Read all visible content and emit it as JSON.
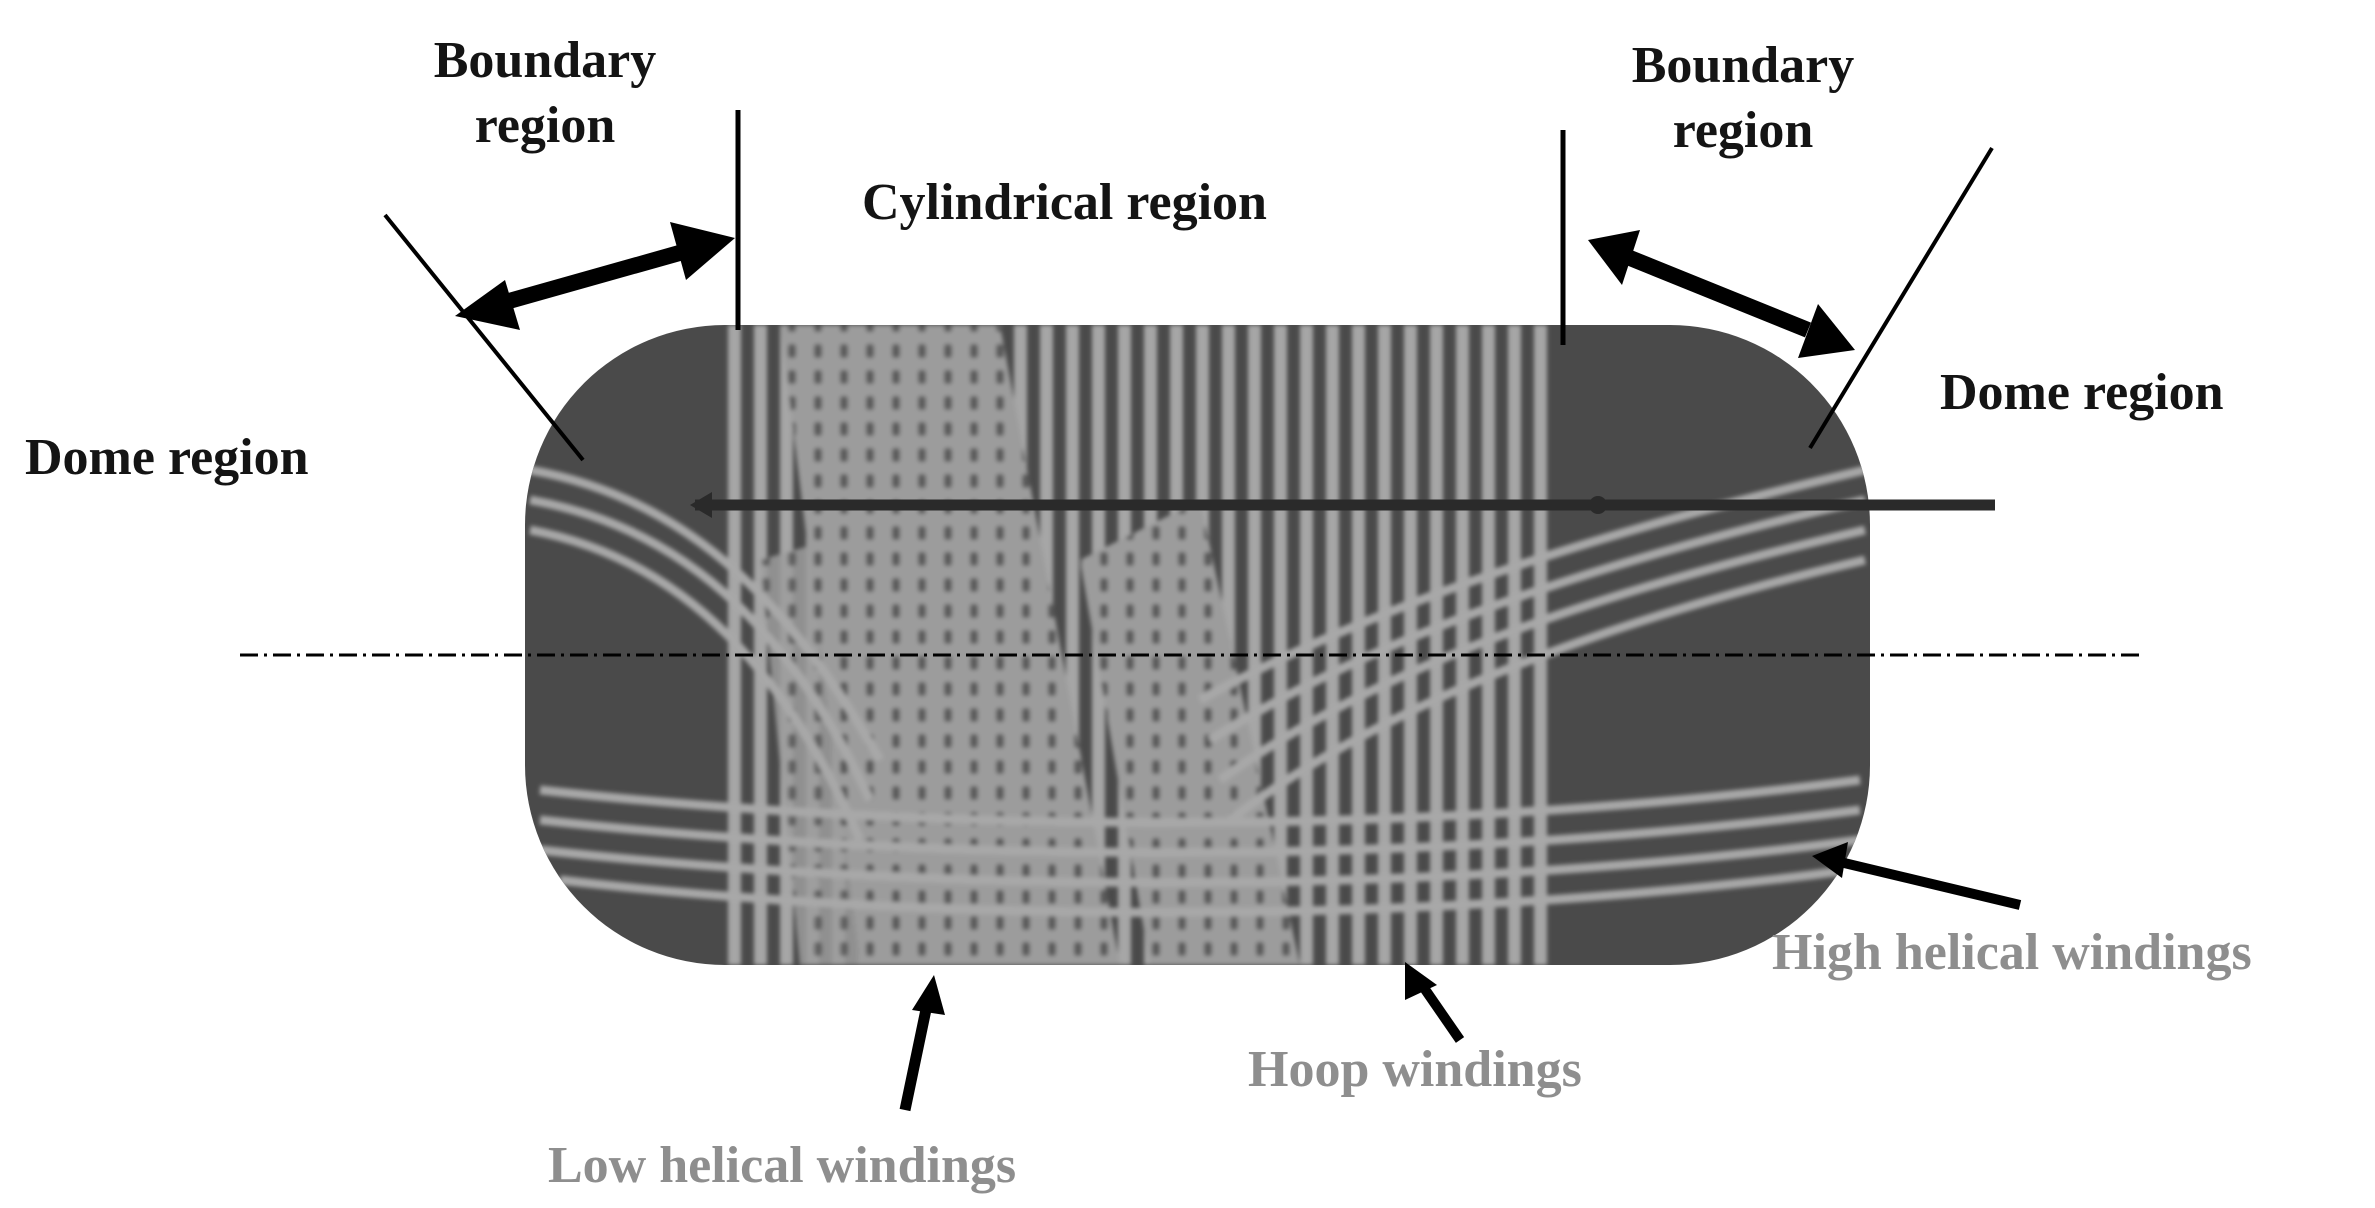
{
  "labels": {
    "boundary_left": [
      "Boundary",
      "region"
    ],
    "boundary_right": [
      "Boundary",
      "region"
    ],
    "cylindrical": "Cylindrical region",
    "dome_left": "Dome region",
    "dome_right": "Dome region",
    "high_helical": "High helical windings",
    "hoop": "Hoop windings",
    "low_helical": "Low helical windings"
  },
  "colors": {
    "label_dark": "#141414",
    "label_gray": "#8e8e8e",
    "vessel_body": "#4a4a4a",
    "winding_band": "#a8a8a8",
    "line": "#000000"
  }
}
